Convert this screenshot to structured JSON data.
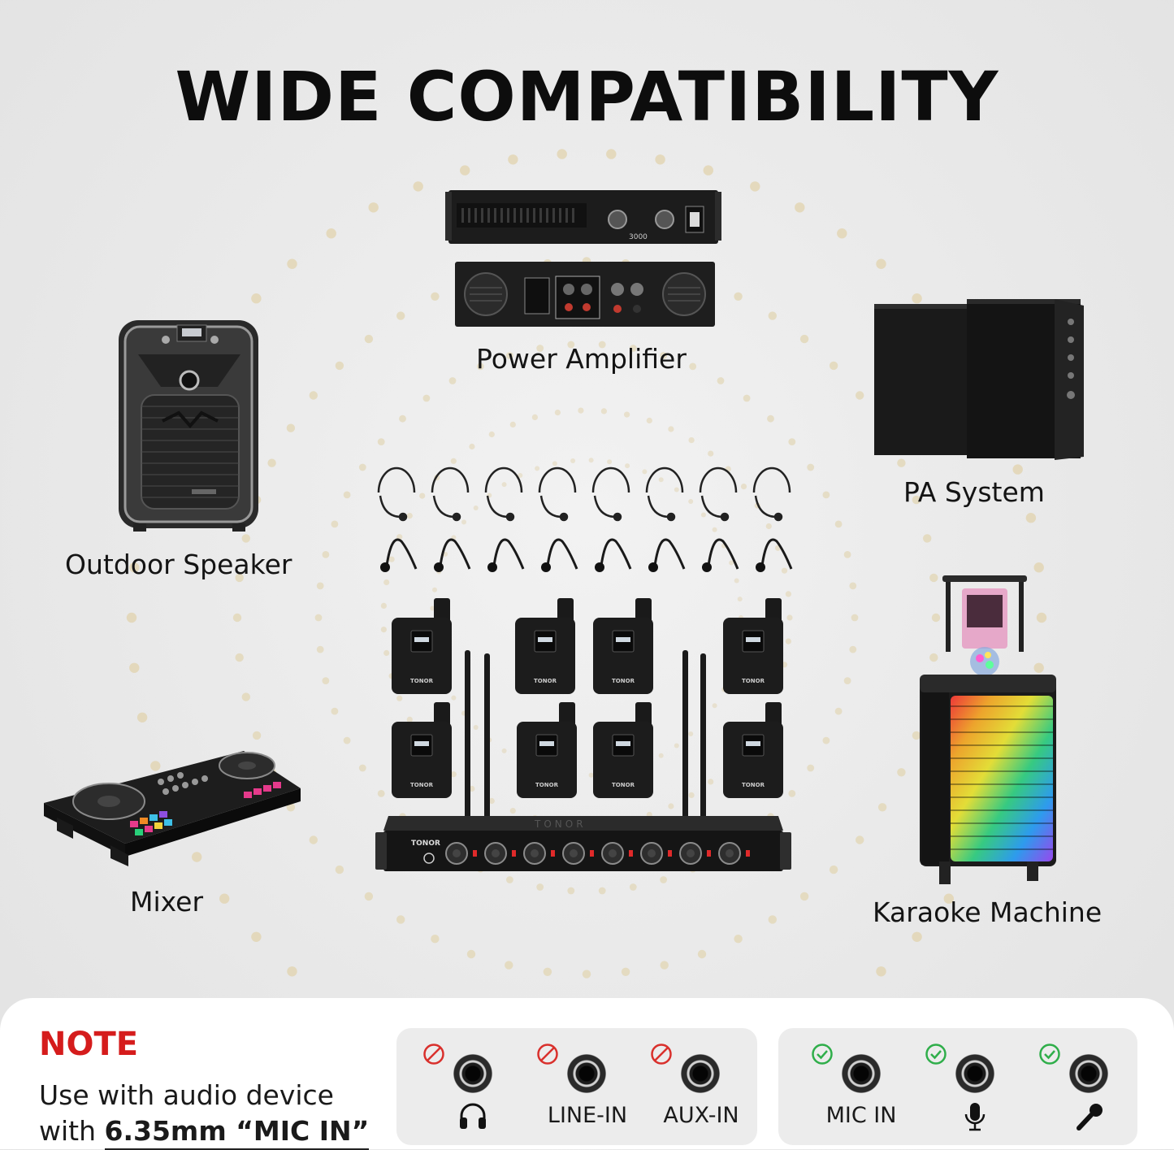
{
  "title": "WIDE COMPATIBILITY",
  "devices": {
    "power_amplifier": "Power Amplifier",
    "pa_system": "PA System",
    "outdoor_speaker": "Outdoor Speaker",
    "karaoke_machine": "Karaoke Machine",
    "mixer": "Mixer"
  },
  "product": {
    "brand": "TONOR",
    "amp_model": "3000"
  },
  "note": {
    "title": "NOTE",
    "line1": "Use with audio device",
    "line2_prefix": "with ",
    "line2_emphasis": "6.35mm “MIC IN”"
  },
  "ports": {
    "incompatible": [
      {
        "label": "",
        "icon": "headphones-icon",
        "status": "not-allowed"
      },
      {
        "label": "LINE-IN",
        "icon": "",
        "status": "not-allowed"
      },
      {
        "label": "AUX-IN",
        "icon": "",
        "status": "not-allowed"
      }
    ],
    "compatible": [
      {
        "label": "MIC IN",
        "icon": "",
        "status": "allowed"
      },
      {
        "label": "",
        "icon": "microphone-icon",
        "status": "allowed"
      },
      {
        "label": "",
        "icon": "handheld-mic-icon",
        "status": "allowed"
      }
    ]
  },
  "colors": {
    "note_red": "#d51c1c",
    "forbidden_red": "#d9302c",
    "allowed_green": "#2fae4a",
    "dot_gold": "#e2d6b6"
  }
}
